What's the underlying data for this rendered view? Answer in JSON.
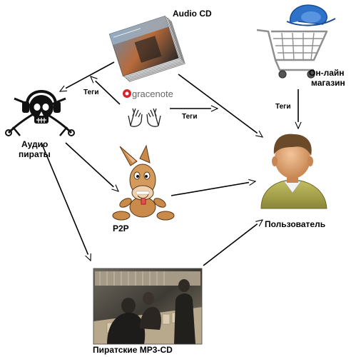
{
  "diagram": {
    "nodes": {
      "audio_cd": {
        "label": "Audio CD"
      },
      "online_shop": {
        "label_line1": "Он-лайн",
        "label_line2": "магазин"
      },
      "audio_pirates": {
        "label_line1": "Аудио",
        "label_line2": "пираты"
      },
      "gracenote": {
        "logo_text": "gracenote"
      },
      "p2p": {
        "label": "P2P"
      },
      "user": {
        "label": "Пользователь"
      },
      "pirate_cd": {
        "label": "Пиратские MP3-CD"
      }
    },
    "edge_labels": {
      "gracenote_to_pirates": "Теги",
      "gracenote_to_user": "Теги",
      "shop_to_user": "Теги"
    }
  },
  "colors": {
    "shop_logo_blue": "#2f72c9",
    "user_shirt": "#a9a64c",
    "user_skin": "#d79a67",
    "user_hair": "#6b4a2a",
    "donkey_body": "#c98a4a",
    "gracenote_red": "#d8232a"
  },
  "icons": [
    "cd-stack-icon",
    "shopping-cart-icon",
    "skull-crossbones-icon",
    "hands-icon",
    "donkey-mascot-icon",
    "user-avatar-icon"
  ]
}
